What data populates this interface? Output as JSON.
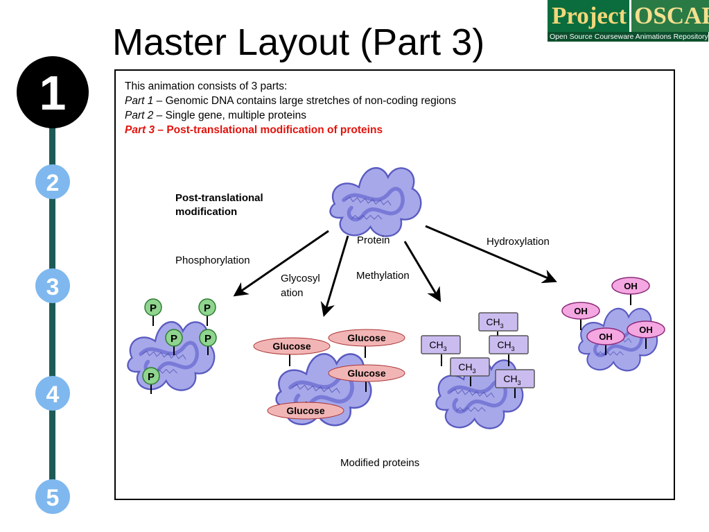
{
  "title": "Master Layout (Part 3)",
  "logo": {
    "word1": "Project",
    "word2": "OSCAR",
    "subtitle": "Open Source Courseware Animations Repository"
  },
  "steps": [
    "1",
    "2",
    "3",
    "4",
    "5"
  ],
  "intro": {
    "heading": "This animation consists of 3 parts:",
    "parts": [
      {
        "label": "Part 1",
        "text": " – Genomic DNA contains large stretches of non-coding regions"
      },
      {
        "label": "Part 2",
        "text": " – Single gene, multiple proteins"
      },
      {
        "label": "Part 3",
        "text": " – Post-translational modification of proteins"
      }
    ]
  },
  "diagram": {
    "ptm_label": "Post-translational modification",
    "protein_label": "Protein",
    "modifications": [
      "Phosphorylation",
      "Glycosylation",
      "Methylation",
      "Hydroxylation"
    ],
    "glyco_line1": "Glycosyl",
    "glyco_line2": "ation",
    "groups": {
      "phosphate": "P",
      "glucose": "Glucose",
      "methyl": "CH",
      "methyl_sub": "3",
      "hydroxyl": "OH"
    },
    "footer": "Modified proteins"
  },
  "colors": {
    "accent_red": "#e3120b",
    "protein_fill": "#a7a8ea",
    "protein_stroke": "#5a5bc0",
    "step_active": "#000000",
    "step_inactive": "#7fb8ee",
    "timeline": "#1e5a55"
  }
}
